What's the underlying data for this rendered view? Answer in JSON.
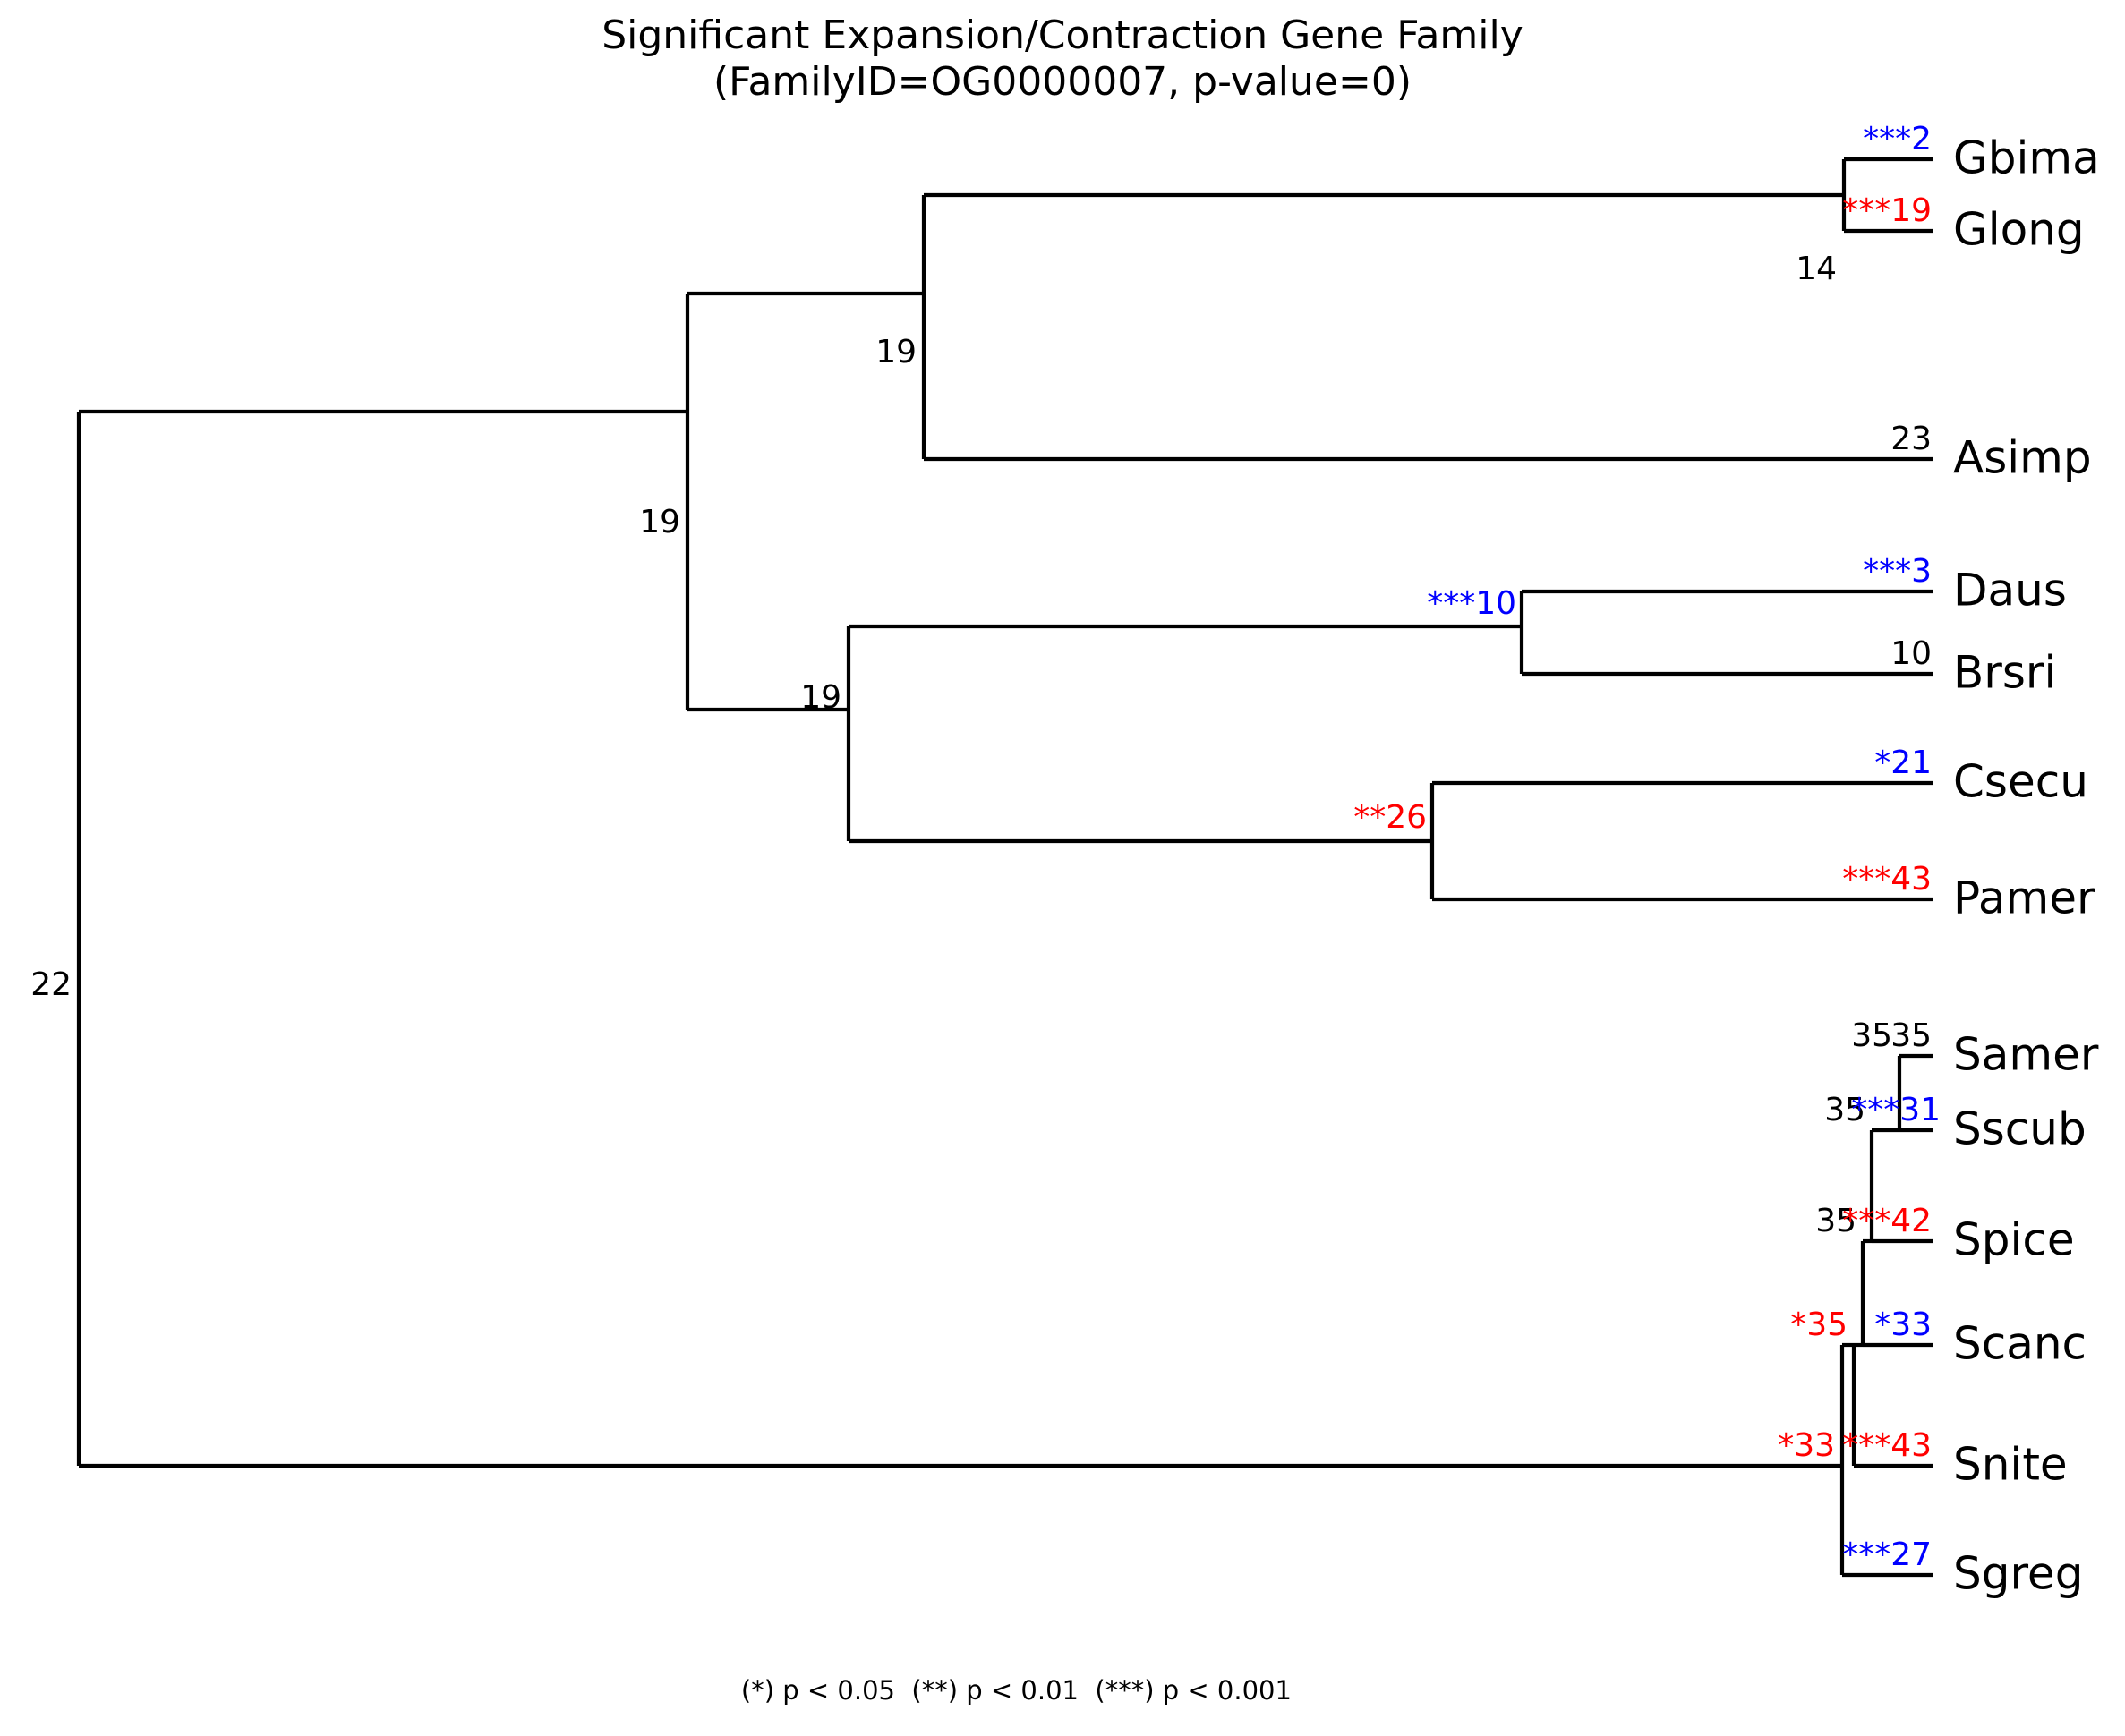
{
  "title": {
    "line1": "Significant Expansion/Contraction Gene Family",
    "line2": "(FamilyID=OG0000007, p-value=0)"
  },
  "footer": {
    "legend": "(*) p < 0.05  (**) p < 0.01  (***) p < 0.001"
  },
  "colors": {
    "expansion": "#0000ff",
    "contraction": "#ff0000",
    "neutral": "#000000",
    "branch": "#000000",
    "background": "#ffffff"
  },
  "chart_data": {
    "type": "tree",
    "title": "Significant Expansion/Contraction Gene Family (FamilyID=OG0000007, p-value=0)",
    "xlabel": "",
    "ylabel": "",
    "legend": "(*) p < 0.05  (**) p < 0.01  (***) p < 0.001",
    "significance_codes": {
      "*": "p < 0.05",
      "**": "p < 0.01",
      "***": "p < 0.001"
    },
    "color_meaning": {
      "blue": "expansion",
      "red": "contraction",
      "black": "no significant change"
    },
    "leaves": [
      {
        "name": "Gbima",
        "count": 2,
        "stars": "***",
        "color": "blue",
        "label": "***2"
      },
      {
        "name": "Glong",
        "count": 19,
        "stars": "***",
        "color": "red",
        "label": "***19"
      },
      {
        "name": "Asimp",
        "count": 23,
        "stars": "",
        "color": "black",
        "label": "23"
      },
      {
        "name": "Daus",
        "count": 3,
        "stars": "***",
        "color": "blue",
        "label": "***3"
      },
      {
        "name": "Brsri",
        "count": 10,
        "stars": "",
        "color": "black",
        "label": "10"
      },
      {
        "name": "Csecu",
        "count": 21,
        "stars": "*",
        "color": "blue",
        "label": "*21"
      },
      {
        "name": "Pamer",
        "count": 43,
        "stars": "***",
        "color": "red",
        "label": "***43"
      },
      {
        "name": "Samer",
        "count": 35,
        "stars": "",
        "color": "black",
        "label": "35"
      },
      {
        "name": "Sscub",
        "count": 31,
        "stars": "***",
        "color": "blue",
        "label": "***31"
      },
      {
        "name": "Spice",
        "count": 42,
        "stars": "***",
        "color": "red",
        "label": "***42"
      },
      {
        "name": "Scanc",
        "count": 33,
        "stars": "*",
        "color": "blue",
        "label": "*33"
      },
      {
        "name": "Snite",
        "count": 43,
        "stars": "***",
        "color": "red",
        "label": "***43"
      },
      {
        "name": "Sgreg",
        "count": 27,
        "stars": "***",
        "color": "blue",
        "label": "***27"
      }
    ],
    "internal_nodes": [
      {
        "id": "root",
        "count": 22,
        "stars": "",
        "color": "black",
        "label": "22"
      },
      {
        "id": "clade-upper",
        "count": 19,
        "stars": "",
        "color": "black",
        "label": "19"
      },
      {
        "id": "gbima-glong",
        "count": 14,
        "stars": "",
        "color": "black",
        "label": "14"
      },
      {
        "id": "gg-asimp",
        "count": 19,
        "stars": "",
        "color": "black",
        "label": "19"
      },
      {
        "id": "clade-mid",
        "count": 19,
        "stars": "",
        "color": "black",
        "label": "19"
      },
      {
        "id": "daus-brsri",
        "count": 10,
        "stars": "***",
        "color": "blue",
        "label": "***10"
      },
      {
        "id": "csecu-pamer",
        "count": 26,
        "stars": "**",
        "color": "red",
        "label": "**26"
      },
      {
        "id": "samer-sscub",
        "count": 35,
        "stars": "",
        "color": "black",
        "label": "35"
      },
      {
        "id": "ss-spice",
        "count": 35,
        "stars": "",
        "color": "black",
        "label": "35"
      },
      {
        "id": "ssp-scanc",
        "count": 35,
        "stars": "",
        "color": "black",
        "label": "35"
      },
      {
        "id": "sss-snite",
        "count": 35,
        "stars": "*",
        "color": "red",
        "label": "*35"
      },
      {
        "id": "clade-lower",
        "count": 33,
        "stars": "*",
        "color": "red",
        "label": "*33"
      }
    ]
  },
  "tree": {
    "leaf_labels": {
      "gbima": "Gbima",
      "glong": "Glong",
      "asimp": "Asimp",
      "daus": "Daus",
      "brsri": "Brsri",
      "csecu": "Csecu",
      "pamer": "Pamer",
      "samer": "Samer",
      "sscub": "Sscub",
      "spice": "Spice",
      "scanc": "Scanc",
      "snite": "Snite",
      "sgreg": "Sgreg"
    },
    "leaf_values": {
      "gbima": "***2",
      "glong": "***19",
      "asimp": "23",
      "daus": "***3",
      "brsri": "10",
      "csecu": "*21",
      "pamer": "***43",
      "samer": "35",
      "sscub": "***31",
      "spice": "***42",
      "scanc": "*33",
      "snite": "***43",
      "sgreg": "***27"
    },
    "node_values": {
      "root": "22",
      "clade_upper": "19",
      "gbima_glong": "14",
      "gg_asimp": "19",
      "clade_mid": "19",
      "daus_brsri": "***10",
      "csecu_pamer": "**26",
      "samer_sscub": "35",
      "ss_spice": "35",
      "ssp_scanc": "35",
      "sss_snite": "*35",
      "clade_lower": "*33"
    }
  }
}
